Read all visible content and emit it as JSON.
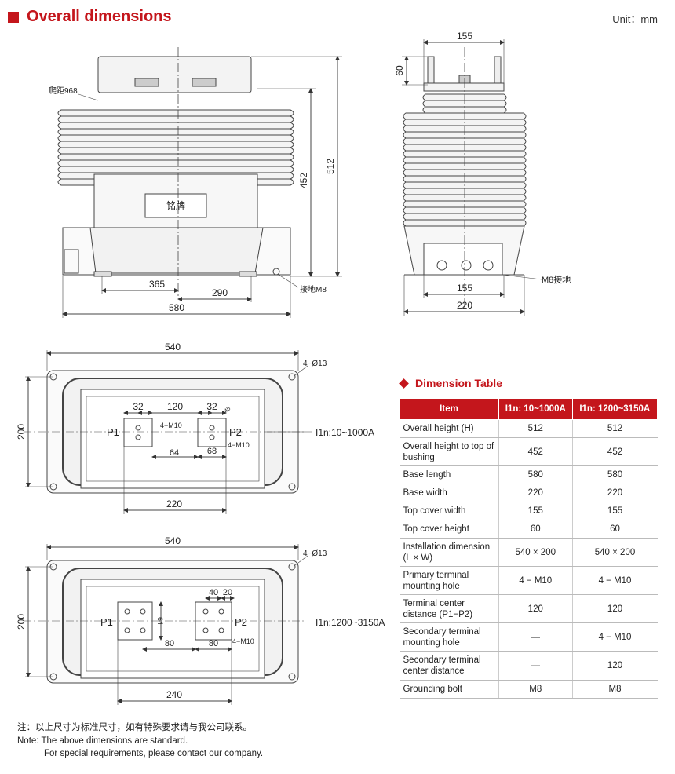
{
  "header": {
    "title": "Overall dimensions",
    "unit": "Unit：mm"
  },
  "drawings": {
    "front": {
      "creep": "爬距968",
      "nameplate": "铭牌",
      "d512": "512",
      "d452": "452",
      "d365": "365",
      "d290": "290",
      "d580": "580",
      "ground": "接地M8"
    },
    "side": {
      "d155top": "155",
      "d60": "60",
      "d155bot": "155",
      "d220": "220",
      "ground": "M8接地"
    },
    "plan1": {
      "d540": "540",
      "holes": "4−Ø13",
      "d200": "200",
      "d32a": "32",
      "d120": "120",
      "d32b": "32",
      "p1": "P1",
      "p2": "P2",
      "m10a": "4−M10",
      "m10b": "4−M10",
      "d64": "64",
      "d68": "68",
      "d220": "220",
      "d45": "45",
      "rating": "I1n:10~1000A"
    },
    "plan2": {
      "d540": "540",
      "holes": "4−Ø13",
      "d200": "200",
      "d40": "40",
      "d20": "20",
      "p1": "P1",
      "p2": "P2",
      "d64": "64",
      "m10": "4−M10",
      "d80a": "80",
      "d80b": "80",
      "d240": "240",
      "rating": "I1n:1200~3150A"
    }
  },
  "dimension_table": {
    "title": "Dimension Table",
    "headers": [
      "Item",
      "I1n: 10~1000A",
      "I1n: 1200~3150A"
    ],
    "rows": [
      {
        "item": "Overall height (H)",
        "a": "512",
        "b": "512"
      },
      {
        "item": "Overall height to top of bushing",
        "a": "452",
        "b": "452"
      },
      {
        "item": "Base length",
        "a": "580",
        "b": "580"
      },
      {
        "item": "Base width",
        "a": "220",
        "b": "220"
      },
      {
        "item": "Top cover width",
        "a": "155",
        "b": "155"
      },
      {
        "item": "Top cover height",
        "a": "60",
        "b": "60"
      },
      {
        "item": "Installation dimension (L × W)",
        "a": "540 × 200",
        "b": "540 × 200"
      },
      {
        "item": "Primary terminal mounting hole",
        "a": "4 − M10",
        "b": "4 − M10"
      },
      {
        "item": "Terminal center distance (P1−P2)",
        "a": "120",
        "b": "120"
      },
      {
        "item": "Secondary terminal mounting hole",
        "a": "—",
        "b": "4 − M10"
      },
      {
        "item": "Secondary terminal center distance",
        "a": "—",
        "b": "120"
      },
      {
        "item": "Grounding bolt",
        "a": "M8",
        "b": "M8"
      }
    ]
  },
  "notes": {
    "cn": "注：以上尺寸为标准尺寸，如有特殊要求请与我公司联系。",
    "en1": "Note: The above dimensions are standard.",
    "en2": "For special requirements, please contact our company."
  }
}
